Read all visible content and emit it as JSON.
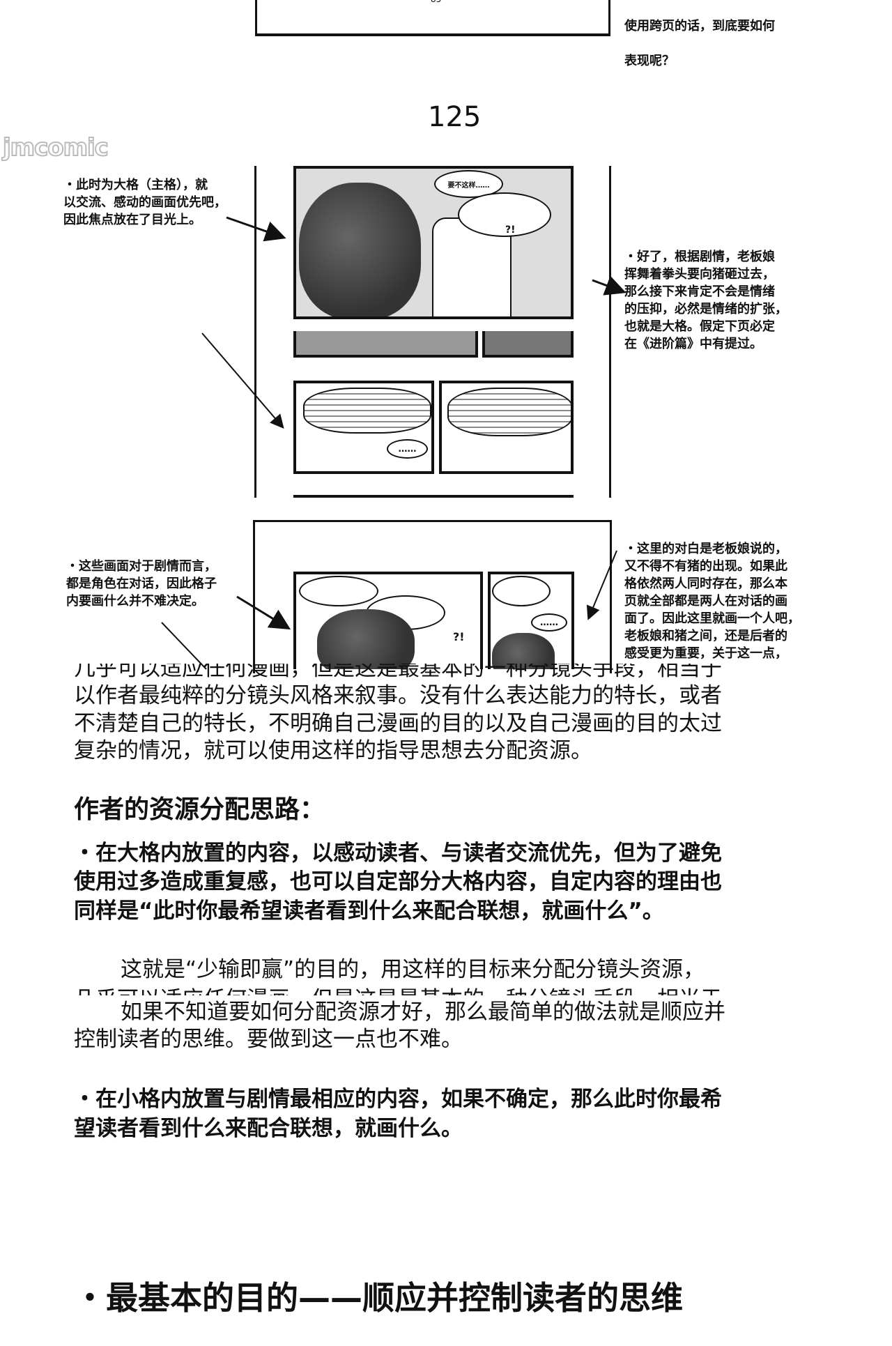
{
  "top_section": {
    "small_page_number": "85",
    "right_note_lines": [
      "使用跨页的话，到底要如何",
      "表现呢？"
    ]
  },
  "page_number": "125",
  "watermark": "jmcomic",
  "notes": {
    "left_top": "・此时为大格（主格），就\n以交流、感动的画面优先吧，\n因此焦点放在了目光上。",
    "right_top": "・好了，根据剧情，老板娘\n挥舞着拳头要向猪砸过去，\n那么接下来肯定不会是情绪\n的压抑，必然是情绪的扩张，\n也就是大格。假定下页必定\n在《进阶篇》中有提过。",
    "left_bottom": "・这些画面对于剧情而言，\n都是角色在对话，因此格子\n内要画什么并不难决定。",
    "right_bottom": "・这里的对白是老板娘说的，\n又不得不有猪的出现。如果此\n格依然两人同时存在，那么本\n页就全部都是两人在对话的画\n面了。因此这里就画一个人吧，\n老板娘和猪之间，还是后者的\n感受更为重要，关于这一点，"
  },
  "manga": {
    "bubble_top": "要不这样……",
    "exclaim": "?!",
    "ellipsis": "……"
  },
  "body": {
    "cut_line_1": "几乎可以适应任何漫画，但是这是最基本的一种分镜头手段，相当于",
    "para1": [
      "以作者最纯粹的分镜头风格来叙事。没有什么表达能力的特长，或者",
      "不清楚自己的特长，不明确自己漫画的目的以及自己漫画的目的太过",
      "复杂的情况，就可以使用这样的指导思想去分配资源。"
    ],
    "heading": "作者的资源分配思路：",
    "bullet1": [
      "・在大格内放置的内容，以感动读者、与读者交流优先，但为了避免",
      "使用过多造成重复感，也可以自定部分大格内容，自定内容的理由也",
      "同样是“此时你最希望读者看到什么来配合联想，就画什么”。"
    ],
    "para2": "这就是“少输即赢”的目的，用这样的目标来分配分镜头资源，",
    "cut_line_2": "几乎可以适应任何漫画，但是这是最基本的一种分镜头手段，相当于",
    "para3": [
      "如果不知道要如何分配资源才好，那么最简单的做法就是顺应并",
      "控制读者的思维。要做到这一点也不难。"
    ],
    "bullet2": [
      "・在小格内放置与剧情最相应的内容，如果不确定，那么此时你最希",
      "望读者看到什么来配合联想，就画什么。"
    ],
    "section_title": "・最基本的目的——顺应并控制读者的思维"
  }
}
